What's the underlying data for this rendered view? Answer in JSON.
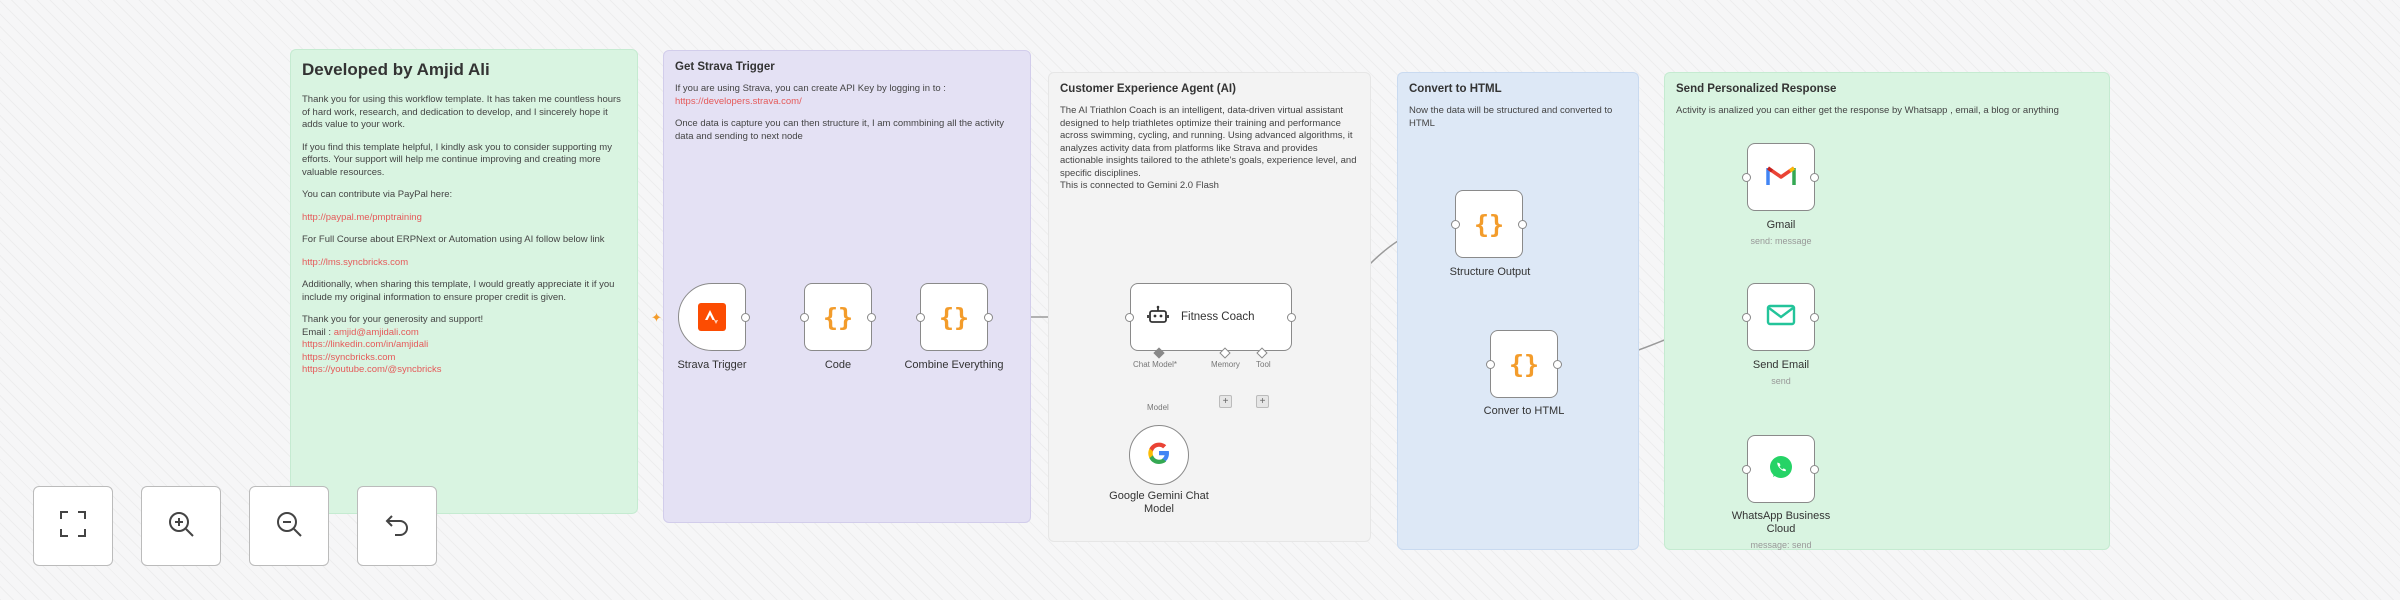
{
  "notes": {
    "author": {
      "title": "Developed by Amjid Ali",
      "p1": "Thank you for using this workflow template. It has taken me countless hours of hard work, research, and dedication to develop, and I sincerely hope it adds value to your work.",
      "p2": "If you find this template helpful, I kindly ask you to consider supporting my efforts. Your support will help me continue improving and creating more valuable resources.",
      "p3": "You can contribute via PayPal here:",
      "paypal": "http://paypal.me/pmptraining",
      "p4": "For Full Course about ERPNext or Automation using AI follow below link",
      "course_link": "http://lms.syncbricks.com",
      "p5": "Additionally, when sharing this template, I would greatly appreciate it if you include my original information to ensure proper credit is given.",
      "p6": "Thank you for your generosity and support!",
      "email_label": "Email :",
      "email": "amjid@amjidali.com",
      "linkedin": "https://linkedin.com/in/amjidali",
      "site": "https://syncbricks.com",
      "youtube": "https://youtube.com/@syncbricks"
    },
    "strava": {
      "title": "Get Strava Trigger",
      "p1": "If you are using Strava, you can create API Key by logging in to :",
      "link": "https://developers.strava.com/",
      "p2": "Once data is capture you can then structure it, I am commbining all the activity data and sending to next node"
    },
    "agent": {
      "title": "Customer Experience Agent (AI)",
      "p1": "The AI Triathlon Coach is an intelligent, data-driven virtual assistant designed to help triathletes optimize their training and performance across swimming, cycling, and running. Using advanced algorithms, it analyzes activity data from platforms like Strava and provides actionable insights tailored to the athlete's goals, experience level, and specific disciplines.",
      "p2": "This is connected to Gemini 2.0 Flash"
    },
    "html": {
      "title": "Convert to HTML",
      "p1": "Now the data will be structured and converted to HTML"
    },
    "send": {
      "title": "Send Personalized Response",
      "p1": "Activity is analized you can either get the response by Whatsapp , email, a blog or anything"
    }
  },
  "nodes": {
    "strava_trigger": {
      "label": "Strava Trigger",
      "icon": "strava-icon"
    },
    "code": {
      "label": "Code",
      "icon": "braces-icon"
    },
    "combine": {
      "label": "Combine Everything",
      "icon": "braces-icon"
    },
    "fitness_coach": {
      "label": "Fitness Coach",
      "icon": "robot-icon",
      "ports": [
        "Chat Model*",
        "Memory",
        "Tool"
      ]
    },
    "gemini": {
      "label": "Google Gemini Chat Model",
      "icon": "google-icon",
      "port_label": "Model"
    },
    "structure_output": {
      "label": "Structure Output",
      "icon": "braces-icon"
    },
    "convert_html": {
      "label": "Conver to HTML",
      "icon": "braces-icon"
    },
    "gmail": {
      "label": "Gmail",
      "sub": "send: message",
      "icon": "gmail-icon"
    },
    "send_email": {
      "label": "Send Email",
      "sub": "send",
      "icon": "email-icon"
    },
    "whatsapp": {
      "label": "WhatsApp Business Cloud",
      "sub": "message: send",
      "icon": "whatsapp-icon"
    }
  },
  "controls": [
    {
      "name": "fit-view",
      "icon": "fullscreen-icon"
    },
    {
      "name": "zoom-in",
      "icon": "zoom-in-icon"
    },
    {
      "name": "zoom-out",
      "icon": "zoom-out-icon"
    },
    {
      "name": "reset",
      "icon": "undo-icon"
    }
  ],
  "colors": {
    "accent_orange": "#f39c2b",
    "strava_orange": "#fc4c02",
    "link_red": "#e55a5a",
    "note_green": "#d9f4e1",
    "note_purple": "#e4e1f4",
    "note_gray": "#f3f3f3",
    "note_blue": "#dde8f6"
  }
}
